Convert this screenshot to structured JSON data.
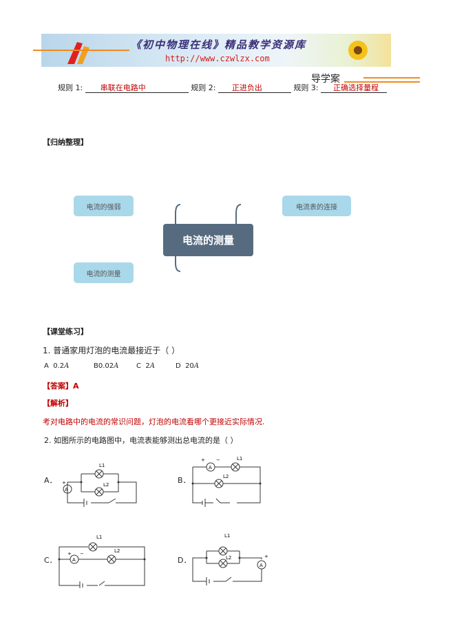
{
  "banner": {
    "title": "《初中物理在线》精品教学资源库",
    "url": "http://www.czwlzx.com"
  },
  "doc_label": "导学案",
  "rules": [
    {
      "prefix": "规则 1:",
      "answer": "串联在电路中"
    },
    {
      "prefix": "规则 2:",
      "answer": "正进负出"
    },
    {
      "prefix": "规则 3:",
      "answer": "正确选择量程"
    }
  ],
  "section_summary": "【归纳整理】",
  "mindmap": {
    "center": "电流的测量",
    "nodes": [
      "电流的强弱",
      "电流表的连接",
      "电流的测量"
    ]
  },
  "section_practice": "【课堂练习】",
  "q1": {
    "stem": "1. 普通家用灯泡的电流最接近于（   ）",
    "options": [
      {
        "letter": "A",
        "value": "0.2",
        "unit": "A"
      },
      {
        "letter": "B",
        "value": "0.02",
        "unit": "A"
      },
      {
        "letter": "C",
        "value": "2",
        "unit": "A"
      },
      {
        "letter": "D",
        "value": "20",
        "unit": "A"
      }
    ],
    "answer_label": "【答案】",
    "answer_value": "A",
    "analysis_label": "【解析】",
    "analysis_text": "考对电路中的电流的常识问题，灯泡的电流看哪个更接近实际情况."
  },
  "q2": {
    "stem": "2. 如图所示的电路图中，电流表能够测出总电流的是（        ）",
    "labels": [
      "A．",
      "B．",
      "C．",
      "D．"
    ],
    "lamp1": "L1",
    "lamp2": "L2",
    "meter": "A",
    "plus": "+",
    "minus": "−"
  }
}
